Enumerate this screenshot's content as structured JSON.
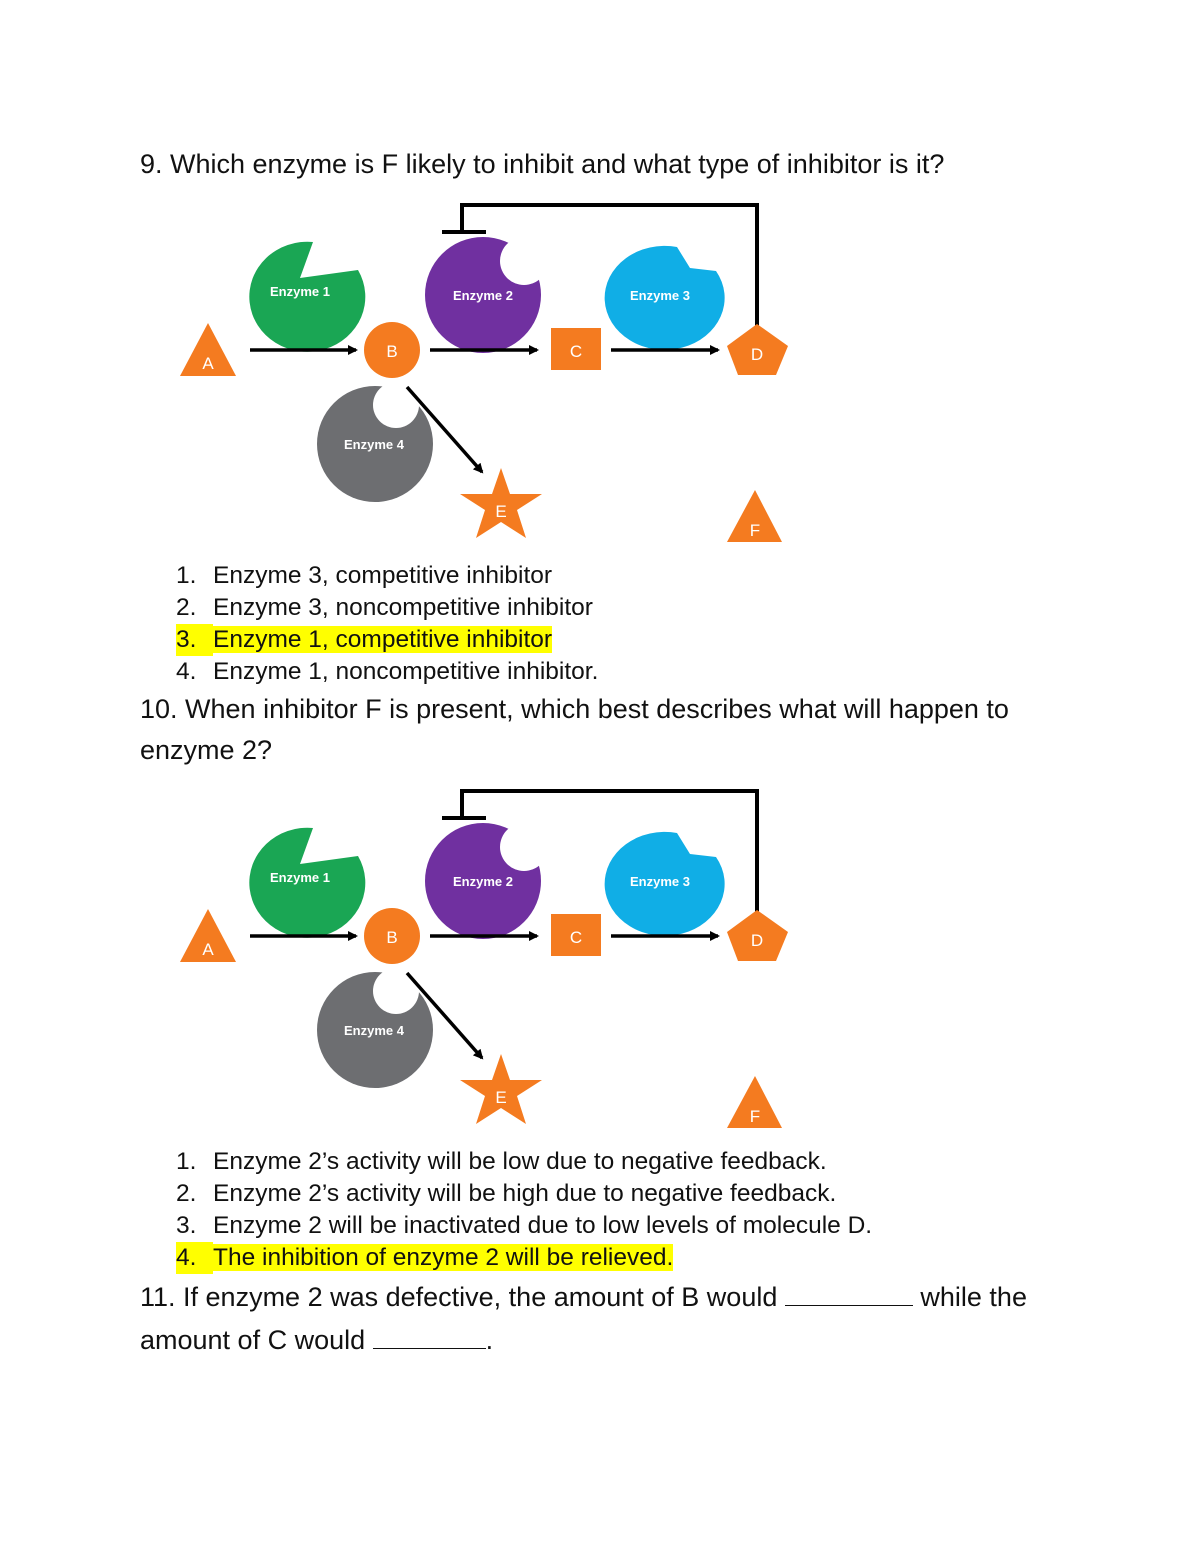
{
  "questions": [
    {
      "prompt": "9. Which enzyme is F likely to inhibit and what type of inhibitor is it?",
      "options": [
        {
          "num": "1.",
          "text": "Enzyme 3, competitive inhibitor"
        },
        {
          "num": "2.",
          "text": "Enzyme 3, noncompetitive inhibitor"
        },
        {
          "num": "3.",
          "text": "Enzyme 1, competitive inhibitor"
        },
        {
          "num": "4.",
          "text": "Enzyme 1, noncompetitive inhibitor."
        }
      ],
      "highlighted_option": 3
    },
    {
      "prompt": "10. When inhibitor F is present, which best describes what will happen to enzyme 2?",
      "options": [
        {
          "num": "1.",
          "text": "Enzyme 2’s activity will be low due to negative feedback."
        },
        {
          "num": "2.",
          "text": "Enzyme 2’s activity will be high due to negative feedback."
        },
        {
          "num": "3.",
          "text": "Enzyme 2 will be inactivated due to low levels of molecule D."
        },
        {
          "num": "4.",
          "text": "The inhibition of enzyme 2 will be relieved."
        }
      ],
      "highlighted_option": 4
    },
    {
      "prompt_part1": "11. If enzyme 2 was defective, the amount of B would",
      "prompt_part2": "while the amount of C would",
      "prompt_end": "."
    }
  ],
  "diagram": {
    "enzymes": [
      "Enzyme 1",
      "Enzyme 2",
      "Enzyme 3",
      "Enzyme 4"
    ],
    "molecules": [
      "A",
      "B",
      "C",
      "D",
      "E",
      "F"
    ],
    "colors": {
      "enzyme1": "#1aa654",
      "enzyme2": "#7030a0",
      "enzyme3": "#10aee6",
      "enzyme4": "#6d6e71",
      "molecule": "#f47b20",
      "highlight": "#ffff00"
    }
  }
}
